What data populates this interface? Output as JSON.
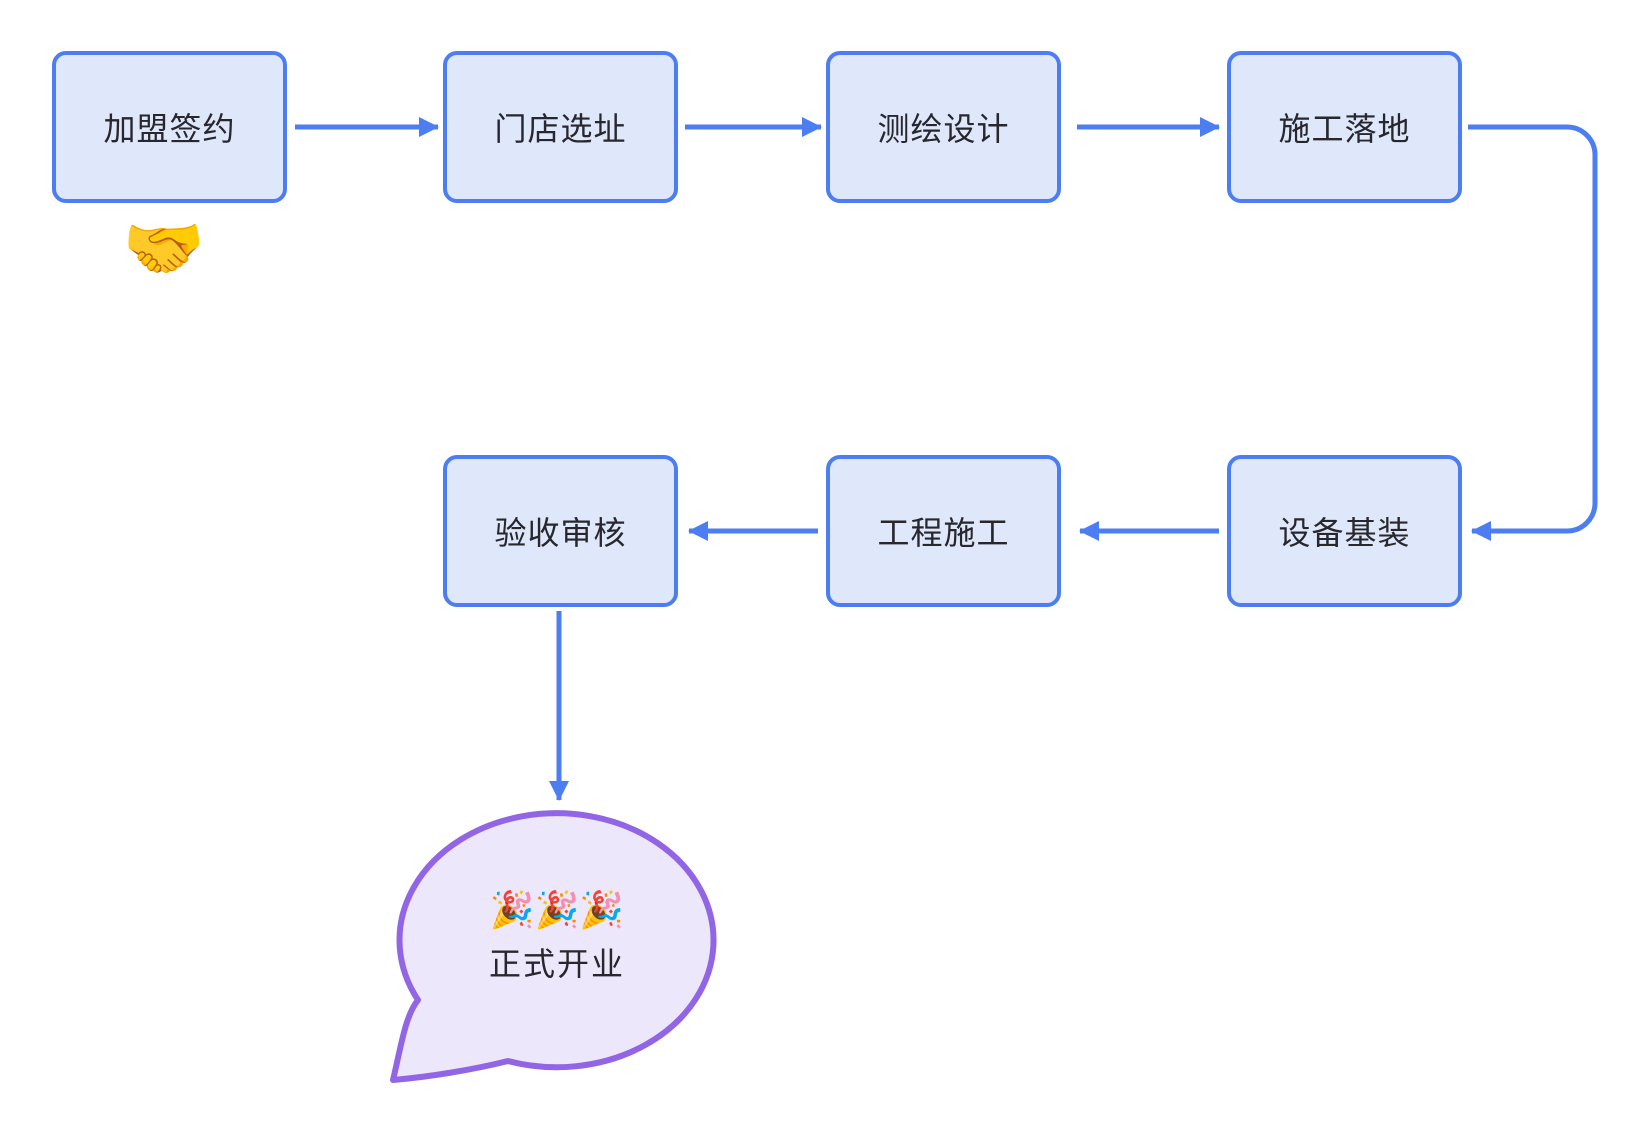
{
  "diagram": {
    "type": "flowchart",
    "nodes": [
      {
        "id": "franchise-signing",
        "label": "加盟签约",
        "shape": "rounded-rect"
      },
      {
        "id": "store-site-selection",
        "label": "门店选址",
        "shape": "rounded-rect"
      },
      {
        "id": "survey-design",
        "label": "测绘设计",
        "shape": "rounded-rect"
      },
      {
        "id": "construction-landing",
        "label": "施工落地",
        "shape": "rounded-rect"
      },
      {
        "id": "equipment-installation",
        "label": "设备基装",
        "shape": "rounded-rect"
      },
      {
        "id": "engineering-construction",
        "label": "工程施工",
        "shape": "rounded-rect"
      },
      {
        "id": "acceptance-review",
        "label": "验收审核",
        "shape": "rounded-rect"
      },
      {
        "id": "grand-opening",
        "label": "正式开业",
        "emoji": "🎉🎉🎉",
        "shape": "speech-bubble"
      }
    ],
    "edges": [
      {
        "from": "franchise-signing",
        "to": "store-site-selection",
        "style": "straight-right"
      },
      {
        "from": "store-site-selection",
        "to": "survey-design",
        "style": "straight-right"
      },
      {
        "from": "survey-design",
        "to": "construction-landing",
        "style": "straight-right"
      },
      {
        "from": "construction-landing",
        "to": "equipment-installation",
        "style": "elbow-right-down-left"
      },
      {
        "from": "equipment-installation",
        "to": "engineering-construction",
        "style": "straight-left"
      },
      {
        "from": "engineering-construction",
        "to": "acceptance-review",
        "style": "straight-left"
      },
      {
        "from": "acceptance-review",
        "to": "grand-opening",
        "style": "straight-down"
      }
    ],
    "decorations": [
      {
        "id": "handshake",
        "emoji": "🤝"
      }
    ],
    "colors": {
      "node_border": "#4c7df2",
      "node_fill": "#dfe7fb",
      "arrow": "#4c7df2",
      "bubble_border": "#9165e6",
      "bubble_fill": "#ede7fb",
      "text": "#27272d",
      "background": "#ffffff"
    }
  }
}
